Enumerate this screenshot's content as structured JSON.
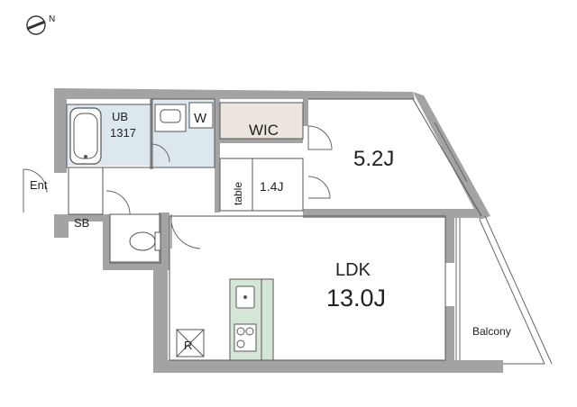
{
  "compass": {
    "label": "N",
    "icon": "north-arrow-icon"
  },
  "colors": {
    "wall": "#a3a3a3",
    "bath_fill": "#dde8ee",
    "wic_fill": "#ece6df",
    "kitchen_fill": "#d6e6d6",
    "line": "#555555"
  },
  "rooms": {
    "bath": {
      "label": "UB",
      "size": "1317"
    },
    "washer": {
      "label": "W"
    },
    "wic": {
      "label": "WIC"
    },
    "bedroom": {
      "label": "5.2J"
    },
    "table": {
      "label": "table"
    },
    "study": {
      "label": "1.4J"
    },
    "entrance": {
      "label": "Ent"
    },
    "shoe_box": {
      "label": "SB"
    },
    "ldk": {
      "label": "LDK",
      "size": "13.0J"
    },
    "fridge": {
      "label": "R"
    },
    "balcony": {
      "label": "Balcony"
    }
  }
}
